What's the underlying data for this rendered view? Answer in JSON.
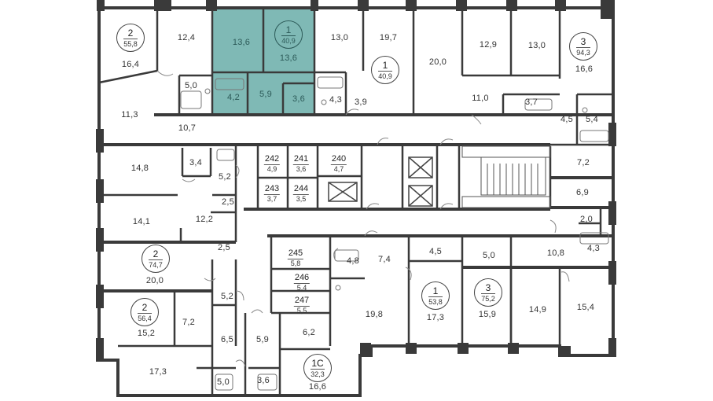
{
  "plan": {
    "accent_color": "#7fb9b5",
    "wall_color": "#3a3a3a"
  },
  "selected_apartment": {
    "rooms": "1",
    "total": "40,9",
    "areas": [
      "13,6",
      "13,6",
      "4,2",
      "5,9",
      "3,6"
    ]
  },
  "apartments": [
    {
      "id": "a1",
      "rooms": "2",
      "total": "55,8"
    },
    {
      "id": "a2",
      "rooms": "1",
      "total": "40,9"
    },
    {
      "id": "a3",
      "rooms": "3",
      "total": "94,3"
    },
    {
      "id": "a4",
      "rooms": "2",
      "total": "74,7"
    },
    {
      "id": "a5",
      "rooms": "2",
      "total": "56,4"
    },
    {
      "id": "a6",
      "rooms": "1",
      "total": "53,8"
    },
    {
      "id": "a7",
      "rooms": "3",
      "total": "75,2"
    },
    {
      "id": "a8",
      "rooms": "1С",
      "total": "32,3"
    }
  ],
  "storage_rooms": [
    {
      "number": "242",
      "area": "4,9"
    },
    {
      "number": "241",
      "area": "3,6"
    },
    {
      "number": "240",
      "area": "4,7"
    },
    {
      "number": "243",
      "area": "3,7"
    },
    {
      "number": "244",
      "area": "3,5"
    },
    {
      "number": "245",
      "area": "5,8"
    },
    {
      "number": "246",
      "area": "5,4"
    },
    {
      "number": "247",
      "area": "5,5"
    }
  ],
  "room_areas": [
    "16,4",
    "12,4",
    "11,3",
    "5,0",
    "10,7",
    "13,0",
    "19,7",
    "4,3",
    "3,9",
    "20,0",
    "12,9",
    "13,0",
    "16,6",
    "11,0",
    "3,7",
    "4,5",
    "5,4",
    "7,2",
    "14,8",
    "3,4",
    "5,2",
    "2,5",
    "14,1",
    "12,2",
    "6,9",
    "2,0",
    "4,3",
    "10,8",
    "2,5",
    "20,0",
    "4,5",
    "5,0",
    "4,8",
    "7,4",
    "5,2",
    "7,2",
    "15,2",
    "6,5",
    "19,8",
    "17,3",
    "15,9",
    "14,9",
    "15,4",
    "5,9",
    "6,2",
    "17,3",
    "5,0",
    "3,6",
    "16,6"
  ]
}
